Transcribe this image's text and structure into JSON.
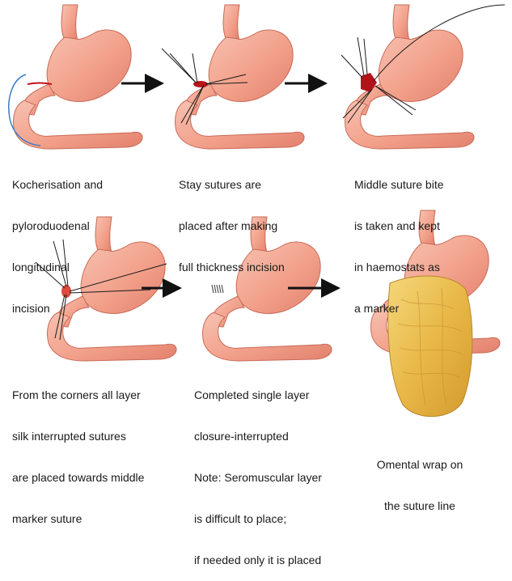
{
  "steps": [
    {
      "caption": [
        "Kocherisation and",
        "pyloroduodenal",
        "longitudinal",
        "incision"
      ]
    },
    {
      "caption": [
        "Stay sutures are",
        "placed after making",
        "full thickness incision"
      ]
    },
    {
      "caption": [
        "Middle suture bite",
        "is taken and kept",
        "in haemostats as",
        "a marker"
      ]
    },
    {
      "caption": [
        "From the corners all layer",
        "silk interrupted sutures",
        "are placed towards middle",
        "marker suture"
      ]
    },
    {
      "caption": [
        "Completed single layer",
        "closure-interrupted",
        "Note: Seromuscular layer",
        "is difficult to place;",
        "if needed only it is placed"
      ]
    },
    {
      "caption": [
        "Omental wrap on",
        "the suture line"
      ]
    }
  ],
  "colors": {
    "stomach_fill": "#f2a58f",
    "stomach_outline": "#c86a58",
    "incision": "#c0141a",
    "marker": "#b3121a",
    "suture": "#1a1a1a",
    "omentum": "#e6b545",
    "arrow": "#111111",
    "kocher_line": "#3a7cc9"
  }
}
